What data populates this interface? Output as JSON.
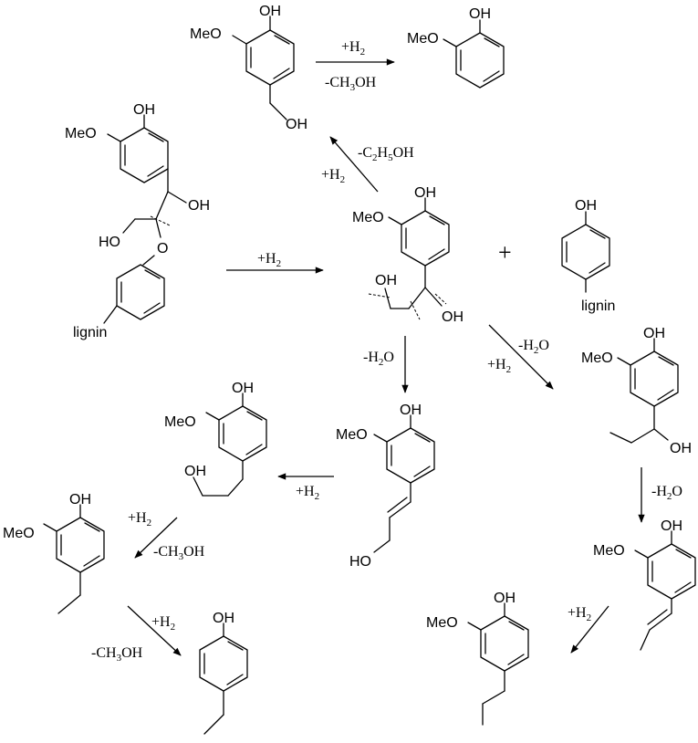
{
  "labels": {
    "oh": "OH",
    "meo": "MeO",
    "ho": "HO",
    "o": "O",
    "lignin": "lignin"
  },
  "conditions": {
    "h2_plus": "+H",
    "h2_sub": "2",
    "minus_ch3oh": "-CH",
    "ch3oh_sub": "3",
    "ch3oh_tail": "OH",
    "minus_c2h5oh_a": "-C",
    "c2h5oh_sub1": "2",
    "c2h5oh_mid": "H",
    "c2h5oh_sub2": "5",
    "c2h5oh_tail": "OH",
    "minus_h2o_a": "-H",
    "h2o_sub": "2",
    "h2o_tail": "O"
  },
  "plus_sign": "+"
}
